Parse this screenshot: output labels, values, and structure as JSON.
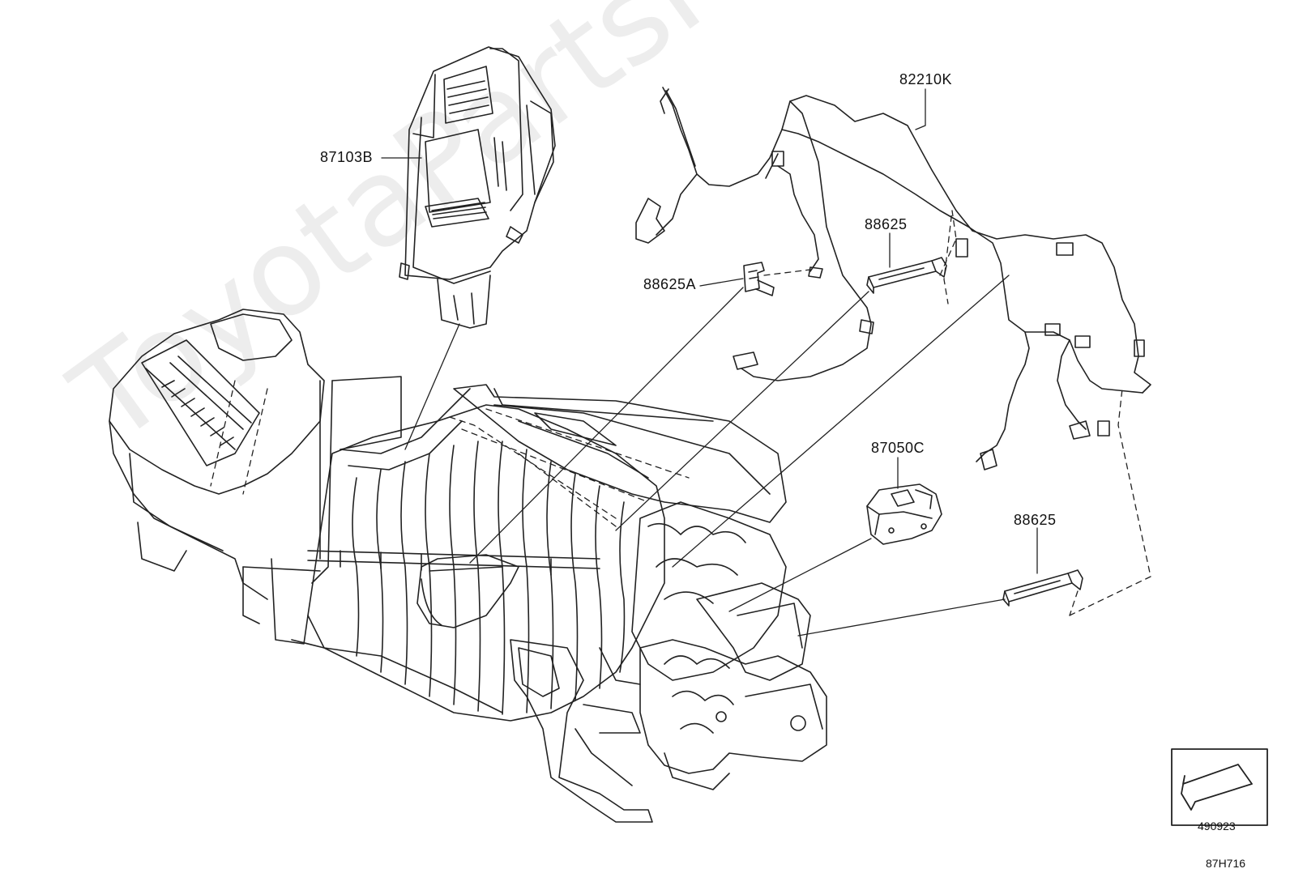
{
  "watermark": "ToyotaPartsMine.ru",
  "labels": {
    "p87103B": "87103B",
    "p82210K": "82210K",
    "p88625_top": "88625",
    "p88625A": "88625A",
    "p87050C": "87050C",
    "p88625_bottom": "88625"
  },
  "figure_code": "490923",
  "diagram_code": "87H716",
  "colors": {
    "line": "#222222",
    "background": "#ffffff"
  }
}
